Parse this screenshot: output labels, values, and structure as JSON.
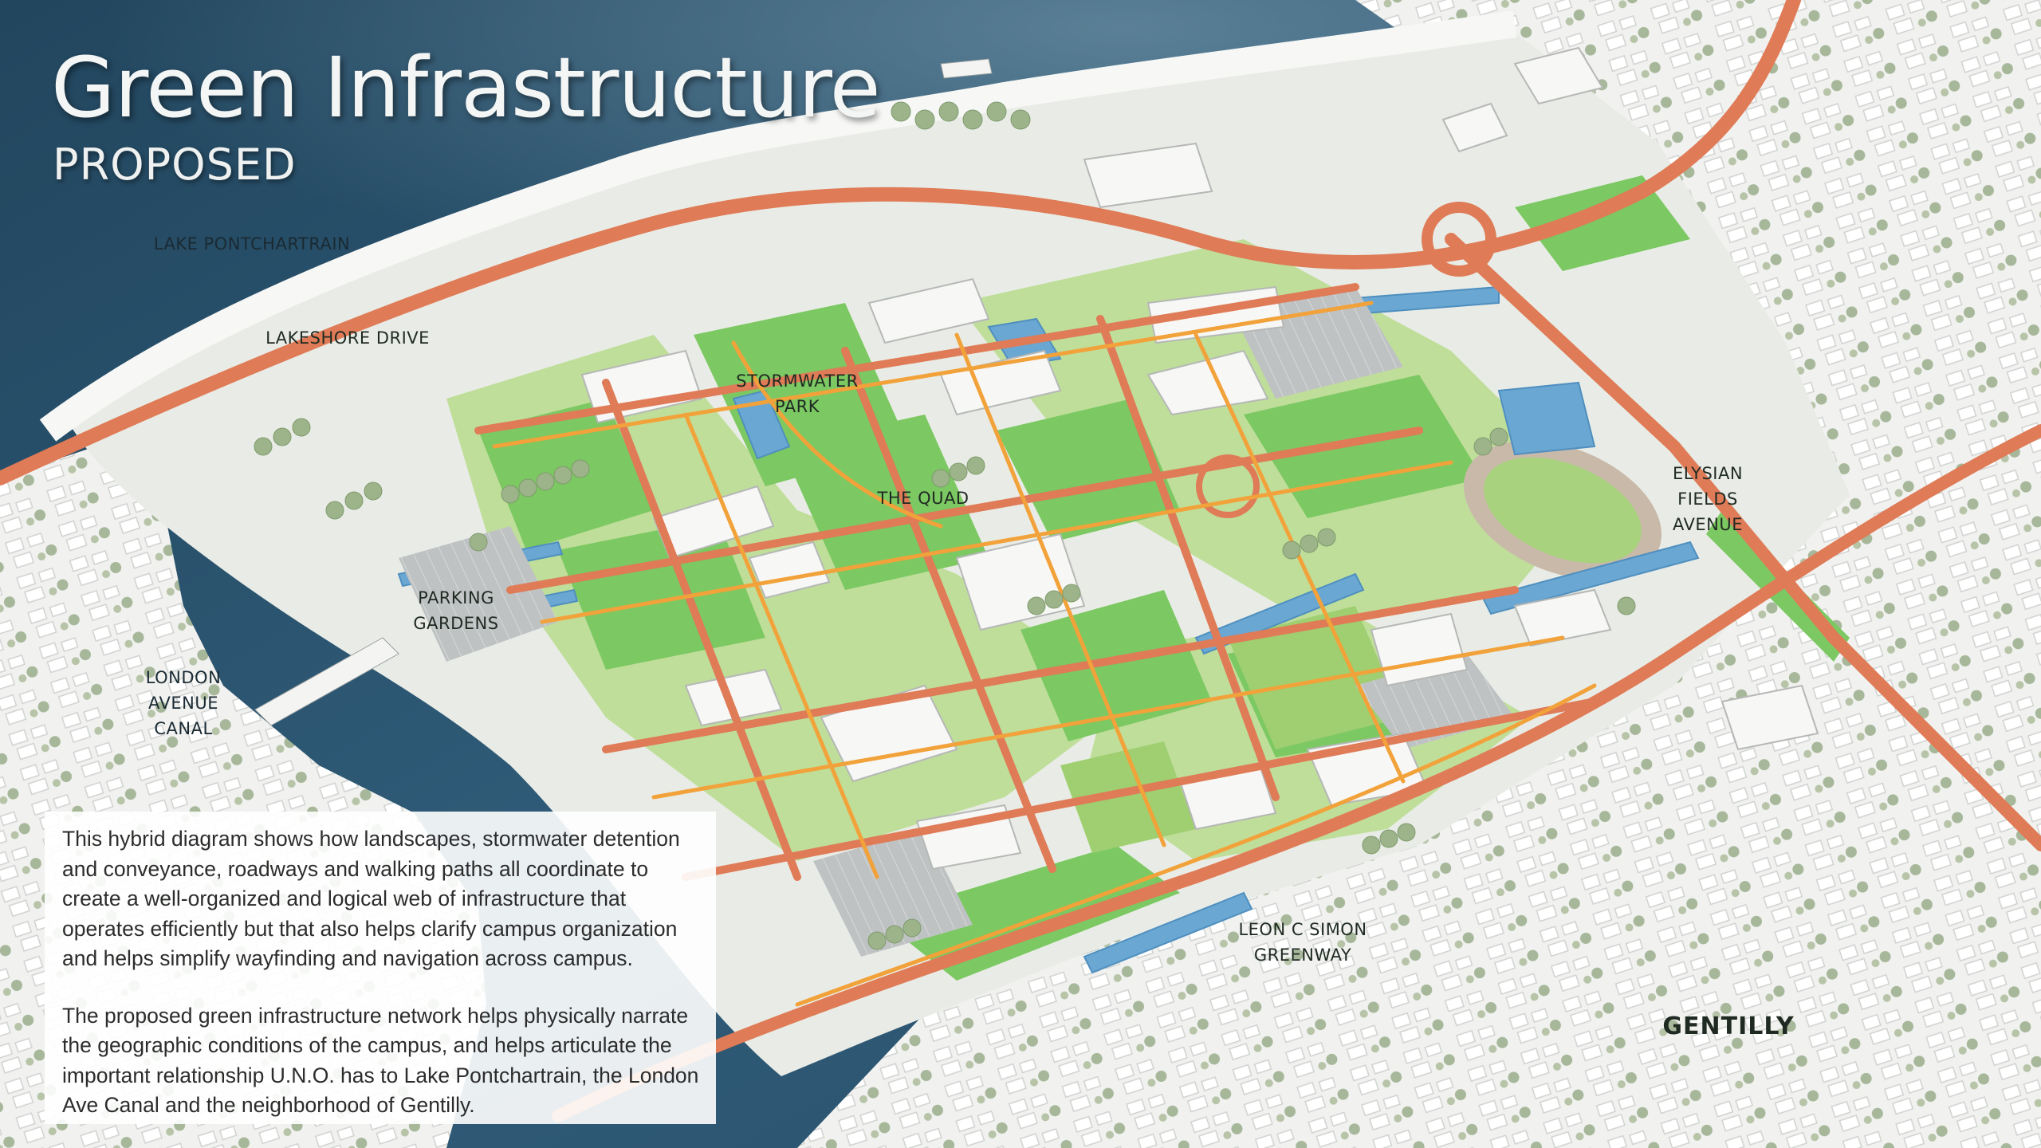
{
  "title": "Green Infrastructure",
  "subtitle": "PROPOSED",
  "labels": {
    "lake": "LAKE  PONTCHARTRAIN",
    "lakeshore_drive": "LAKESHORE  DRIVE",
    "stormwater_park": [
      "STORMWATER",
      "PARK"
    ],
    "the_quad": "THE QUAD",
    "parking_gardens": [
      "PARKING",
      "GARDENS"
    ],
    "london_avenue_canal": [
      "LONDON",
      "AVENUE",
      "CANAL"
    ],
    "elysian_fields_avenue": [
      "ELYSIAN",
      "FIELDS",
      "AVENUE"
    ],
    "leon_c_simon_greenway": [
      "LEON  C SIMON",
      "GREENWAY"
    ],
    "gentilly": "GENTILLY"
  },
  "description": {
    "paragraph_1": "This hybrid diagram shows how landscapes, stormwater detention and conveyance, roadways and walking paths all coordinate to create a well-organized and logical web of infrastructure that operates efficiently but that also helps clarify campus organization and helps simplify wayfinding and navigation across campus.",
    "paragraph_2": "The proposed  green infrastructure network helps physically narrate the geographic conditions of the campus, and helps articulate the important relationship U.N.O. has to Lake Pontchartrain, the London Ave Canal and the neighborhood of Gentilly."
  },
  "colors": {
    "water": "#2c5774",
    "green_space": "#84cf6a",
    "lawn": "#b9db95",
    "roadway": "#df7b57",
    "path": "#f2a23a",
    "stormwater": "#6aa7d2",
    "building": "#f5f5f3",
    "parking": "#b9bcbd"
  }
}
